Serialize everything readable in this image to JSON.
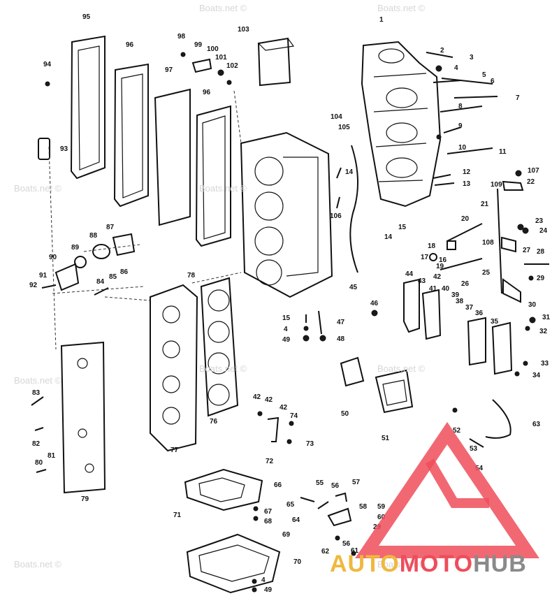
{
  "watermark": "Boats.net ©",
  "brand": {
    "part1": "AUTO",
    "part2": "MOTO",
    "part3": "HUB",
    "color1": "#f0b83d",
    "color2": "#ef4d5a",
    "color3": "#8a8a8a"
  },
  "callouts": [
    "95",
    "96",
    "94",
    "93",
    "98",
    "99",
    "100",
    "101",
    "102",
    "97",
    "96",
    "103",
    "1",
    "2",
    "3",
    "4",
    "5",
    "6",
    "7",
    "8",
    "9",
    "10",
    "11",
    "12",
    "13",
    "104",
    "105",
    "14",
    "106",
    "14",
    "15",
    "107",
    "109",
    "22",
    "21",
    "20",
    "23",
    "24",
    "108",
    "18",
    "17",
    "16",
    "19",
    "27",
    "28",
    "26",
    "25",
    "29",
    "44",
    "43",
    "42",
    "41",
    "40",
    "39",
    "38",
    "37",
    "36",
    "35",
    "30",
    "31",
    "32",
    "33",
    "34",
    "87",
    "88",
    "89",
    "90",
    "91",
    "92",
    "84",
    "85",
    "86",
    "78",
    "76",
    "45",
    "46",
    "47",
    "48",
    "15",
    "4",
    "49",
    "42",
    "42",
    "42",
    "74",
    "73",
    "72",
    "50",
    "51",
    "52",
    "53",
    "54",
    "63",
    "83",
    "82",
    "81",
    "80",
    "79",
    "77",
    "66",
    "67",
    "68",
    "71",
    "69",
    "70",
    "65",
    "64",
    "55",
    "56",
    "57",
    "58",
    "59",
    "60",
    "29",
    "61",
    "62",
    "56",
    "4",
    "49"
  ]
}
